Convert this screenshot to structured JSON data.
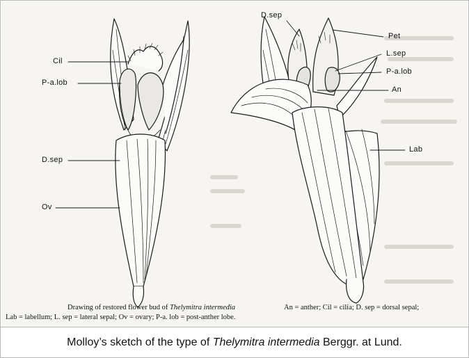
{
  "figure": {
    "left_labels": {
      "cil": "Cil",
      "palob": "P-a.lob",
      "dsep": "D.sep",
      "ov": "Ov"
    },
    "right_labels": {
      "dsep": "D.sep",
      "pet": "Pet",
      "lsep": "L.sep",
      "palob": "P-a.lob",
      "an": "An",
      "lab": "Lab"
    },
    "caption": {
      "line1_prefix": "Drawing of restored flower bud of ",
      "line1_species": "Thelymitra intermedia",
      "line1_abbrev": "An = anther; Cil = cilia; D. sep = dorsal sepal;",
      "line2": "Lab = labellum; L. sep = lateral sepal; Ov = ovary; P-a. lob = post-anther lobe."
    }
  },
  "caption_bar": {
    "prefix": "Molloy’s sketch of the type of ",
    "species": "Thelymitra intermedia",
    "suffix": " Berggr. at Lund."
  }
}
